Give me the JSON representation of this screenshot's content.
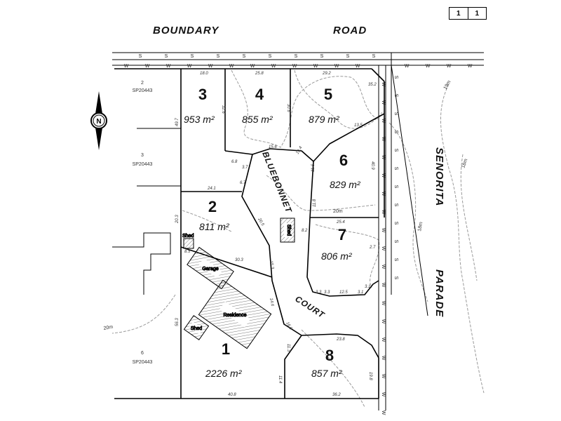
{
  "sheet": {
    "sheet_no": "1",
    "sheet_total": "1"
  },
  "roads": {
    "north": [
      "BOUNDARY",
      "ROAD"
    ],
    "east": [
      "SENORITA",
      "PARADE"
    ],
    "internal": [
      "BLUEBONNET",
      "COURT"
    ]
  },
  "lots": [
    {
      "id": "1",
      "area": "2226",
      "unit": "m²"
    },
    {
      "id": "2",
      "area": "811",
      "unit": "m²"
    },
    {
      "id": "3",
      "area": "953",
      "unit": "m²"
    },
    {
      "id": "4",
      "area": "855",
      "unit": "m²"
    },
    {
      "id": "5",
      "area": "879",
      "unit": "m²"
    },
    {
      "id": "6",
      "area": "829",
      "unit": "m²"
    },
    {
      "id": "7",
      "area": "806",
      "unit": "m²"
    },
    {
      "id": "8",
      "area": "857",
      "unit": "m²"
    }
  ],
  "adjacent": [
    {
      "lot": "2",
      "plan": "SP20443"
    },
    {
      "lot": "3",
      "plan": "SP20443"
    },
    {
      "lot": "6",
      "plan": "SP20443"
    }
  ],
  "buildings": [
    "Garage",
    "Residence",
    "Shed",
    "Shed",
    "Shed"
  ],
  "dimensions": [
    "18.0",
    "25.8",
    "29.2",
    "32.6",
    "30.6",
    "49.7",
    "24.1",
    "20.3",
    "8.5",
    "30.3",
    "56.3",
    "40.8",
    "36.2",
    "23.8",
    "25.4",
    "40.9",
    "13.5",
    "15.6",
    "19.4",
    "6.8",
    "3.7",
    "6.7",
    "20.5",
    "15.3",
    "14.6",
    "16.0",
    "11.3",
    "11.4",
    "19.8",
    "12.5",
    "3.3",
    "3.3",
    "3.1",
    "3.1",
    "11.6",
    "11.8",
    "8.2",
    "35.2",
    "2.7"
  ],
  "contours": [
    "20m",
    "20m",
    "19m",
    "18m",
    "18m"
  ],
  "services": {
    "sewer": "S",
    "water": "W"
  },
  "north_arrow": "N",
  "colors": {
    "line": "#000000",
    "contour": "#9a9a9a",
    "hatch": "#555555"
  }
}
